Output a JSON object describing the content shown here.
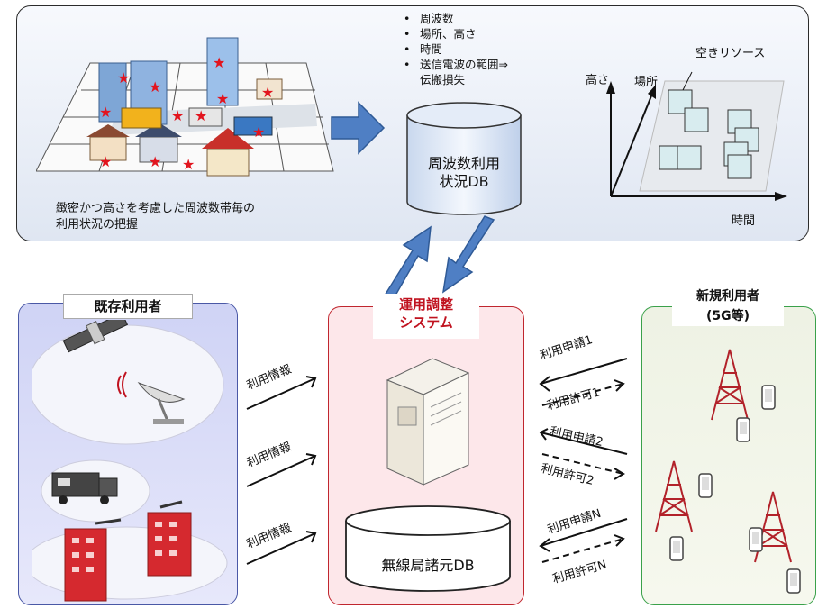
{
  "top": {
    "bullets": [
      "周波数",
      "場所、高さ",
      "時間",
      "送信電波の範囲⇒",
      "伝搬損失"
    ],
    "db_label_line1": "周波数利用",
    "db_label_line2": "状況DB",
    "caption_line1": "緻密かつ高さを考慮した周波数帯毎の",
    "caption_line2": "利用状況の把握",
    "axis_height": "高さ",
    "axis_place": "場所",
    "axis_time": "時間",
    "free_resource": "空きリソース"
  },
  "left": {
    "title": "既存利用者",
    "arrow_labels": [
      "利用情報",
      "利用情報",
      "利用情報"
    ]
  },
  "middle": {
    "title_line1": "運用調整",
    "title_line2": "システム",
    "db_label": "無線局諸元DB"
  },
  "right": {
    "title_line1": "新規利用者",
    "title_line2": "(5G等)",
    "requests": [
      "利用申請1",
      "利用申請2",
      "利用申請N"
    ],
    "permits": [
      "利用許可1",
      "利用許可2",
      "利用許可N"
    ]
  },
  "colors": {
    "accent_blue": "#4f7fc4",
    "system_red": "#c0121f",
    "tower_red": "#b2222a"
  }
}
